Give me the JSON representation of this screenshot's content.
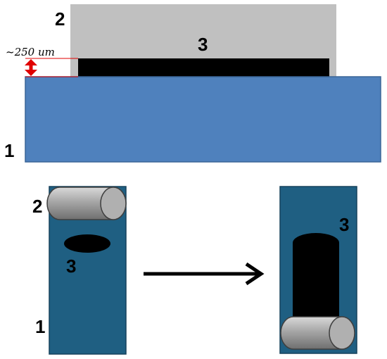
{
  "labels": {
    "top_substrate": "1",
    "top_cover": "2",
    "top_layer": "3",
    "left_substrate": "1",
    "left_roller": "2",
    "left_sample": "3",
    "right_sample": "3"
  },
  "dimension": {
    "text": "~250 um"
  },
  "colors": {
    "substrate_light": "#4f81bd",
    "substrate_dark": "#1f5f82",
    "cover": "#c0c0c0",
    "layer": "#000000",
    "marker_line": "#e00000",
    "roller": "#a6a6a6"
  }
}
